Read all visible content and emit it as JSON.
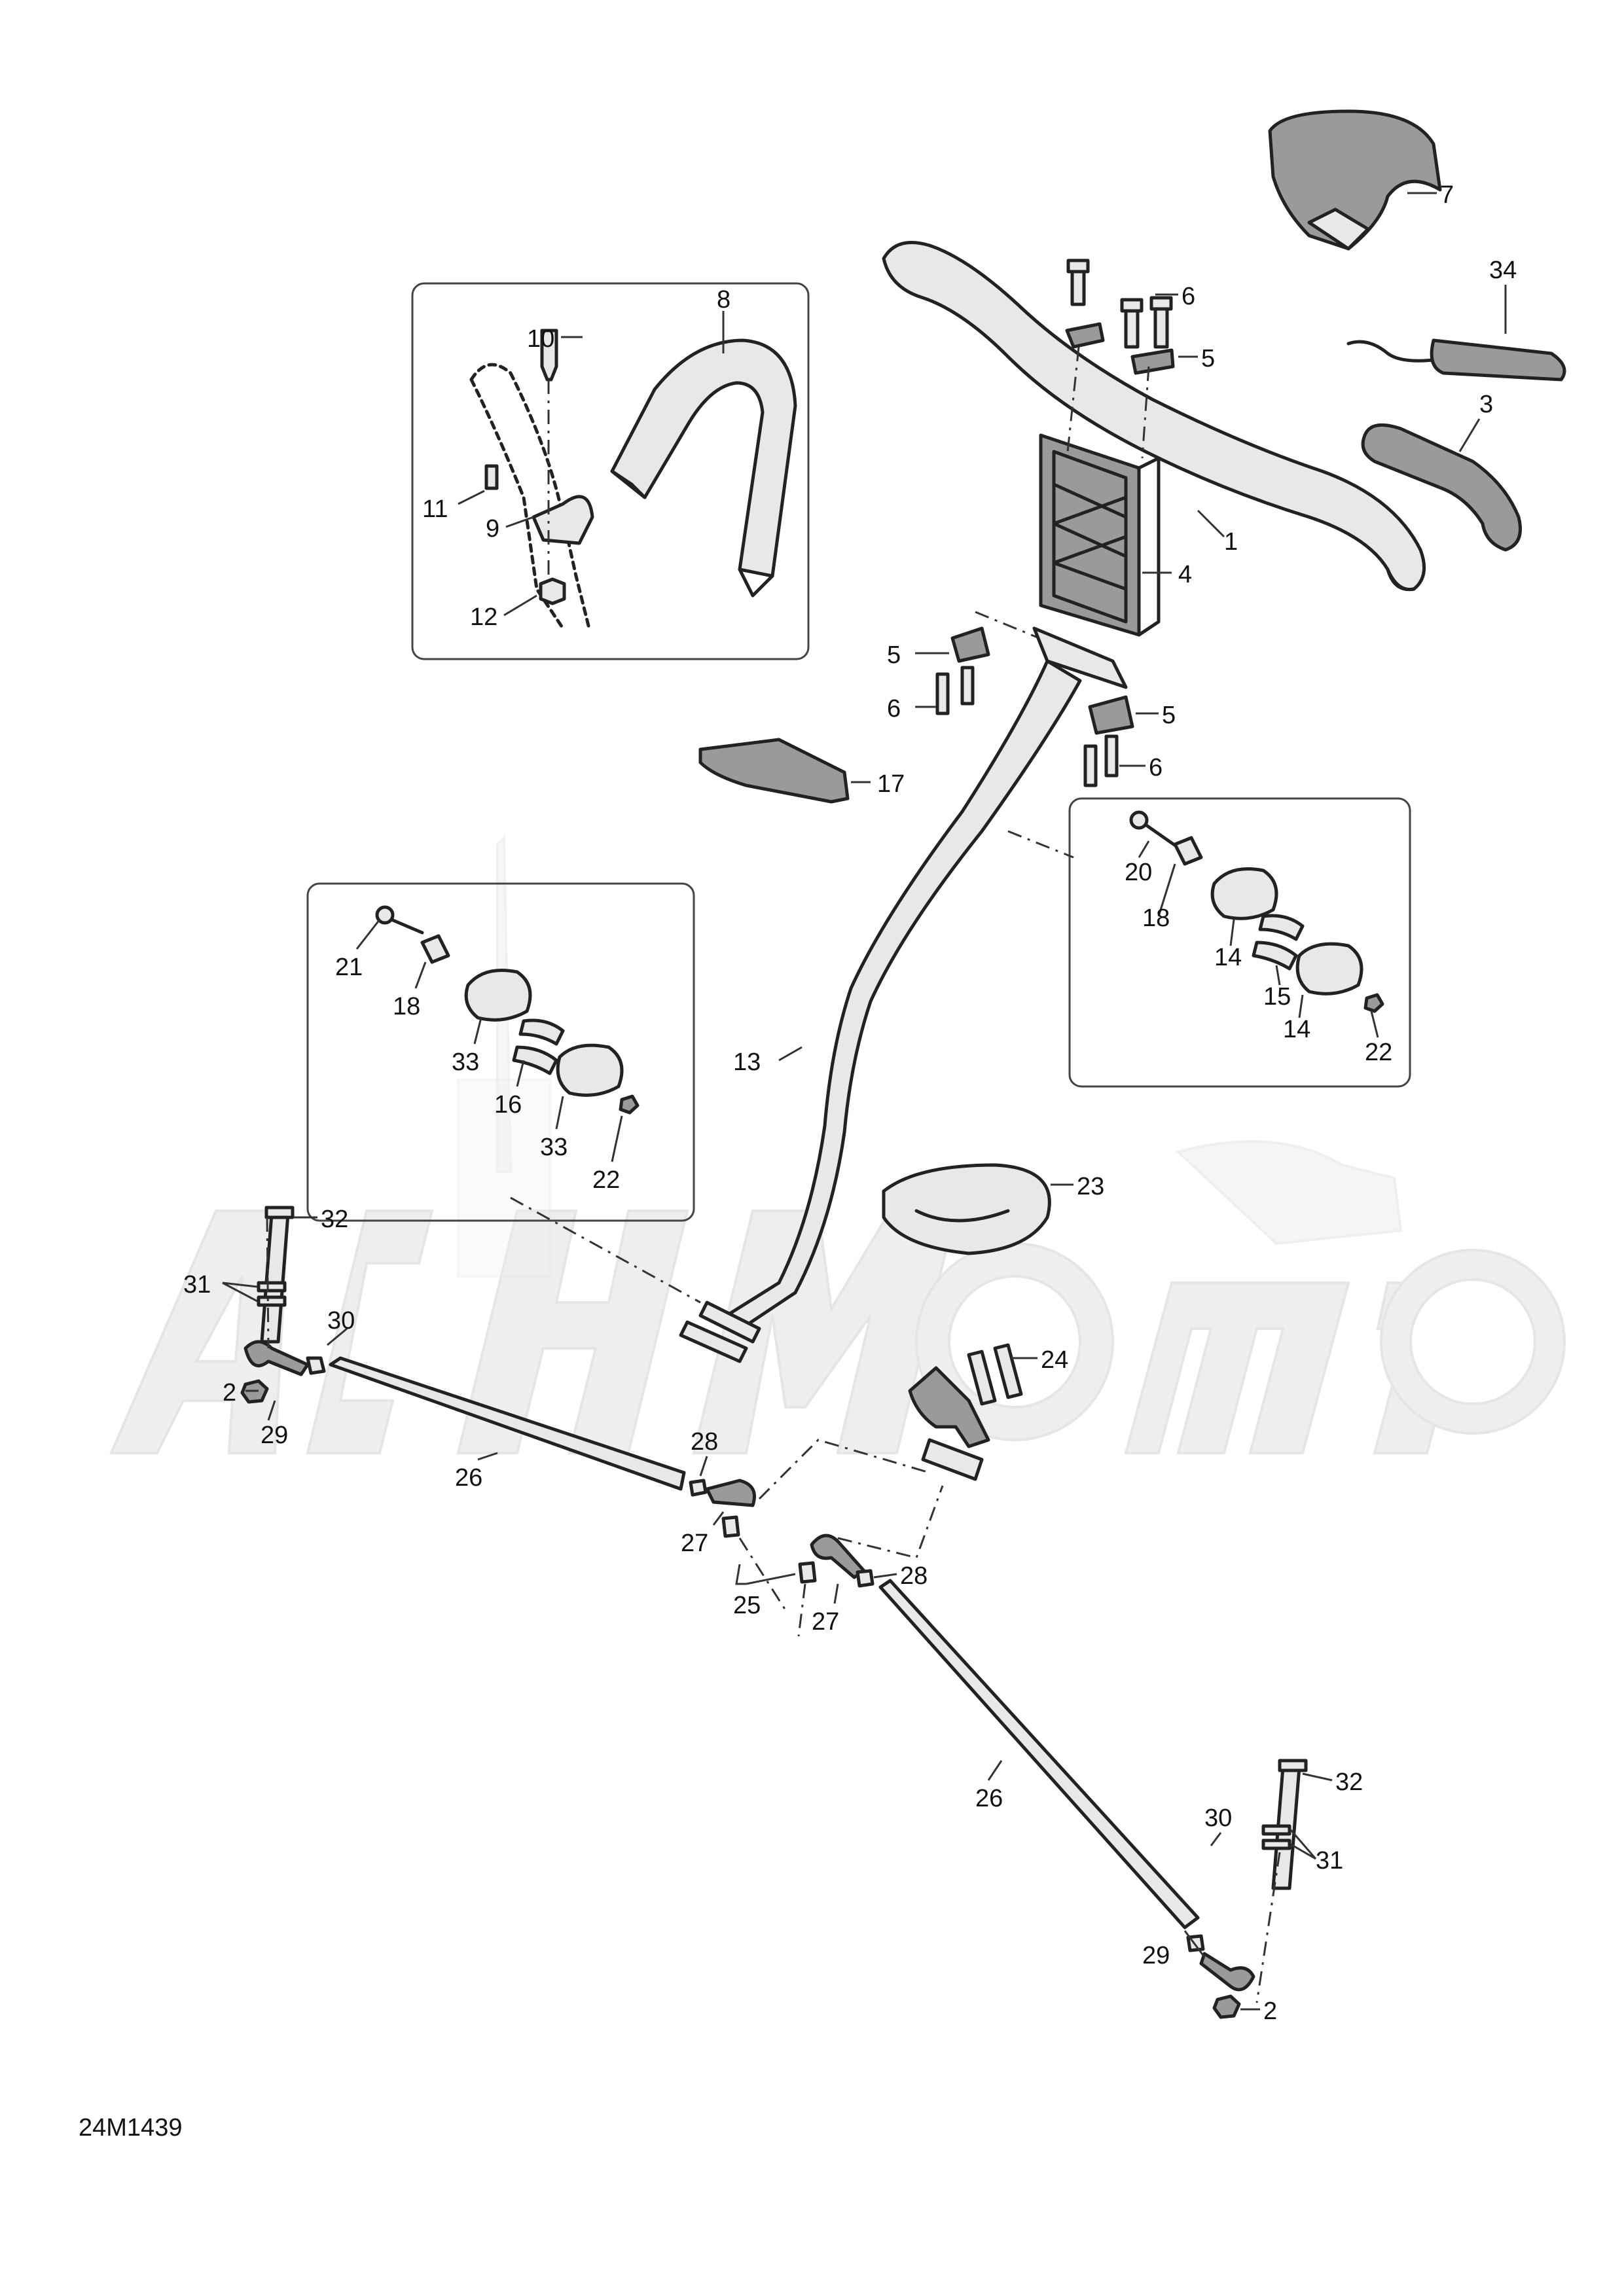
{
  "drawing_id": "24M1439",
  "watermark_text": "AchMoto",
  "callouts": {
    "c1": "1",
    "c2a": "2",
    "c2b": "2",
    "c3": "3",
    "c4": "4",
    "c5a": "5",
    "c5b": "5",
    "c5c": "5",
    "c6a": "6",
    "c6b": "6",
    "c6c": "6",
    "c7": "7",
    "c8": "8",
    "c9": "9",
    "c10": "10",
    "c11": "11",
    "c12": "12",
    "c13": "13",
    "c14a": "14",
    "c14b": "14",
    "c15": "15",
    "c16": "16",
    "c17": "17",
    "c18a": "18",
    "c18b": "18",
    "c20": "20",
    "c21": "21",
    "c22a": "22",
    "c22b": "22",
    "c23": "23",
    "c24": "24",
    "c25": "25",
    "c26a": "26",
    "c26b": "26",
    "c27a": "27",
    "c27b": "27",
    "c28a": "28",
    "c28b": "28",
    "c29a": "29",
    "c29b": "29",
    "c30a": "30",
    "c30b": "30",
    "c31a": "31",
    "c31b": "31",
    "c32a": "32",
    "c32b": "32",
    "c33a": "33",
    "c33b": "33",
    "c34": "34"
  }
}
